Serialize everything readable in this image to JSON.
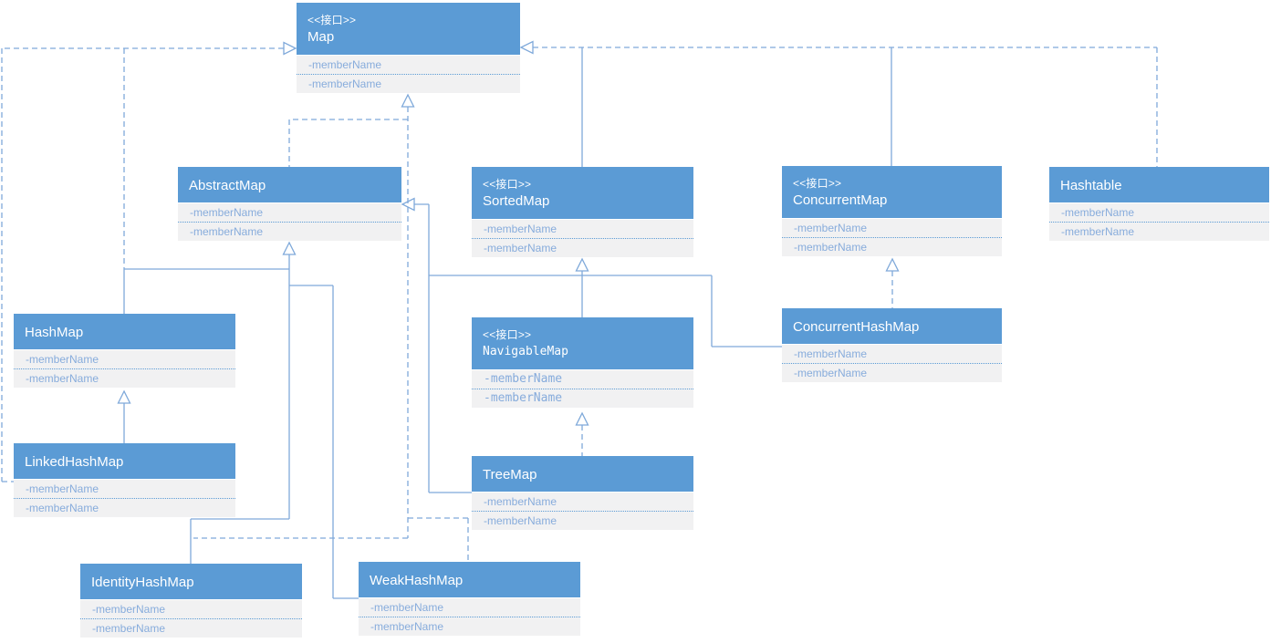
{
  "diagram": {
    "stereotype_interface": "<<接口>>",
    "member_label": "-memberName",
    "colors": {
      "header_fill": "#5B9BD5",
      "body_fill": "#F1F1F2",
      "line": "#7FA9DA",
      "member_text": "#87ACDC",
      "header_text": "#FFFFFF"
    }
  },
  "nodes": [
    {
      "id": "map",
      "stereotype": "<<接口>>",
      "name": "Map",
      "members": [
        "-memberName",
        "-memberName"
      ]
    },
    {
      "id": "abstractmap",
      "stereotype": "",
      "name": "AbstractMap",
      "members": [
        "-memberName",
        "-memberName"
      ]
    },
    {
      "id": "sortedmap",
      "stereotype": "<<接口>>",
      "name": "SortedMap",
      "members": [
        "-memberName",
        "-memberName"
      ]
    },
    {
      "id": "concurrentmap",
      "stereotype": "<<接口>>",
      "name": "ConcurrentMap",
      "members": [
        "-memberName",
        "-memberName"
      ]
    },
    {
      "id": "hashtable",
      "stereotype": "",
      "name": "Hashtable",
      "members": [
        "-memberName",
        "-memberName"
      ]
    },
    {
      "id": "hashmap",
      "stereotype": "",
      "name": "HashMap",
      "members": [
        "-memberName",
        "-memberName"
      ]
    },
    {
      "id": "navigablemap",
      "stereotype": "<<接口>>",
      "name": "NavigableMap",
      "members": [
        "-memberName",
        "-memberName"
      ]
    },
    {
      "id": "concurrenthashmap",
      "stereotype": "",
      "name": "ConcurrentHashMap",
      "members": [
        "-memberName",
        "-memberName"
      ]
    },
    {
      "id": "linkedhashmap",
      "stereotype": "",
      "name": "LinkedHashMap",
      "members": [
        "-memberName",
        "-memberName"
      ]
    },
    {
      "id": "treemap",
      "stereotype": "",
      "name": "TreeMap",
      "members": [
        "-memberName",
        "-memberName"
      ]
    },
    {
      "id": "identityhashmap",
      "stereotype": "",
      "name": "IdentityHashMap",
      "members": [
        "-memberName",
        "-memberName"
      ]
    },
    {
      "id": "weakhashmap",
      "stereotype": "",
      "name": "WeakHashMap",
      "members": [
        "-memberName",
        "-memberName"
      ]
    }
  ],
  "relationships": [
    {
      "from": "SortedMap",
      "to": "Map",
      "type": "generalization"
    },
    {
      "from": "ConcurrentMap",
      "to": "Map",
      "type": "generalization"
    },
    {
      "from": "Hashtable",
      "to": "Map",
      "type": "realization"
    },
    {
      "from": "AbstractMap",
      "to": "Map",
      "type": "realization"
    },
    {
      "from": "HashMap",
      "to": "Map",
      "type": "realization"
    },
    {
      "from": "LinkedHashMap",
      "to": "Map",
      "type": "realization"
    },
    {
      "from": "IdentityHashMap",
      "to": "Map",
      "type": "realization"
    },
    {
      "from": "WeakHashMap",
      "to": "Map",
      "type": "realization"
    },
    {
      "from": "NavigableMap",
      "to": "SortedMap",
      "type": "generalization"
    },
    {
      "from": "TreeMap",
      "to": "NavigableMap",
      "type": "realization"
    },
    {
      "from": "HashMap",
      "to": "AbstractMap",
      "type": "generalization"
    },
    {
      "from": "LinkedHashMap",
      "to": "HashMap",
      "type": "generalization"
    },
    {
      "from": "TreeMap",
      "to": "AbstractMap",
      "type": "generalization"
    },
    {
      "from": "ConcurrentHashMap",
      "to": "AbstractMap",
      "type": "generalization"
    },
    {
      "from": "IdentityHashMap",
      "to": "AbstractMap",
      "type": "generalization"
    },
    {
      "from": "WeakHashMap",
      "to": "AbstractMap",
      "type": "generalization"
    },
    {
      "from": "ConcurrentHashMap",
      "to": "ConcurrentMap",
      "type": "realization"
    }
  ]
}
